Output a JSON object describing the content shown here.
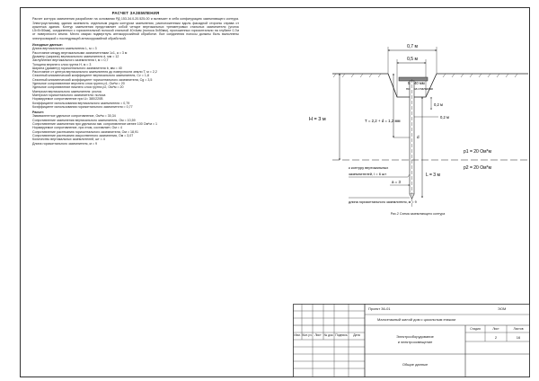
{
  "calc": {
    "title": "РАСЧЕТ ЗАЗЕМЛЕНИЯ",
    "intro": "Расчет контура заземления разработан на основании РД 153-34.0-20.525-00 и включает в себя конфигурацию заземляющего контура. Электроустановку здания заземлить отдельным рядом контуром заземления, расположенным вдоль фасадной стороны справа от крылечка здания. Контур заземления представляет собой четыре вертикальных трехметровых стальных заземлителя (уголок L5×5×50мм), соединенных с горизонтальной полосой стальной 40×4мм (полоса 5х50мм), проложенных горизонтально на глубине 0,7м от поверхности земли. Место сварки подвергнуть антикоррозийной обработке. Все соединения полосы должны быть выполнены электросваркой с последующей антикоррозийной обработкой.",
    "input_heading": "Исходные данные:",
    "input_lines": [
      "Длина вертикального заземлителя L, м = 3",
      "Расстояние между вертикальными заземлителями 1с1, а = 3 м",
      "Диаметр (ширина) вертикального заземлителя d, мм = 12",
      "Заглубление вертикального заземлителя t, м = 0,7",
      "Толщина верхнего слоя грунта H, м = 3",
      "Ширина (диаметр) горизонтального заземлителя b, мм = 40",
      "Расстояние от центра вертикального заземлителя до поверхности земли T, м = 2,2",
      "Сезонный климатический коэффициент вертикального заземлителя, Cv = 1,8",
      "Сезонный климатический коэффициент горизонтального заземлителя, Cg = 3,5",
      "Удельное сопротивление верхнего слоя грунта р1, Ом*м = 20",
      "Удельное сопротивление нижнего слоя грунта р2, Ом*м = 20",
      "Материал вертикального заземлителя: уголок",
      "Материал горизонтального заземлителя: полоса",
      "Нормируемое сопротивление при U= 380/220В",
      "Коэффициент использования вертикального заземлителя = 0,79",
      "Коэффициент использования горизонтального заземлителя = 0,77"
    ],
    "result_heading": "Расчет:",
    "result_lines": [
      "Эквивалентное удельное сопротивление, Ом*м = 30,34",
      "Сопротивление заземления вертикального заземлителя, Ом = 10,59",
      "Сопротивление заземления при удельном экв. сопротивление менее 100 Ом*м = 1",
      "Нормируемое сопротивление, при этом, составляет, Ом = 4",
      "Сопротивление растеканию горизонтального заземлителя, Ом = 18,91",
      "Сопротивление растеканию искусственного заземления, Ом = 3,07",
      "Количество вертикальных заземлителей, шт = 4",
      "Длина горизонтального заземлителя, м = 9"
    ]
  },
  "diagram": {
    "dim_07": "0,7 м",
    "dim_05": "0,5 м",
    "dim_5x40": "5 × 40 мм",
    "strip_label": "полоса стальная",
    "dim_h": "H = 3 м",
    "dim_t_calc": "T = 2,2 + d = 1,2 мм",
    "dim_02a": "0,2 м",
    "dim_02b": "0,2 м",
    "d_label": "d",
    "rod_note_1": "к контуру вертикальных",
    "rod_note_2": "заземлителей, l = 6 шт",
    "dim_a": "a = 3",
    "strip_len": "длина горизонтального заземлителя, м = 9",
    "dim_l": "L = 3 м",
    "rho1": "р1 = 20 Ом*м",
    "rho2": "р2 = 20 Ом*м"
  },
  "caption": "Рис.2 Схема заземляющего контура",
  "stamp": {
    "project": "Проект 36-01",
    "code": "ЭОМ",
    "building": "Малоэтажный жилой дом с цокольным этажом",
    "section_1": "Электрооборудование",
    "section_2": "и электроосвещение",
    "sheet_name": "Общие данные",
    "col_stage": "Стадия",
    "col_sheet": "Лист",
    "col_sheets": "Листов",
    "sheet_no": "2",
    "sheets_total": "16",
    "cols": [
      "Изм.",
      "Кол.уч.",
      "Лист",
      "№ док.",
      "Подпись",
      "Дата"
    ]
  }
}
